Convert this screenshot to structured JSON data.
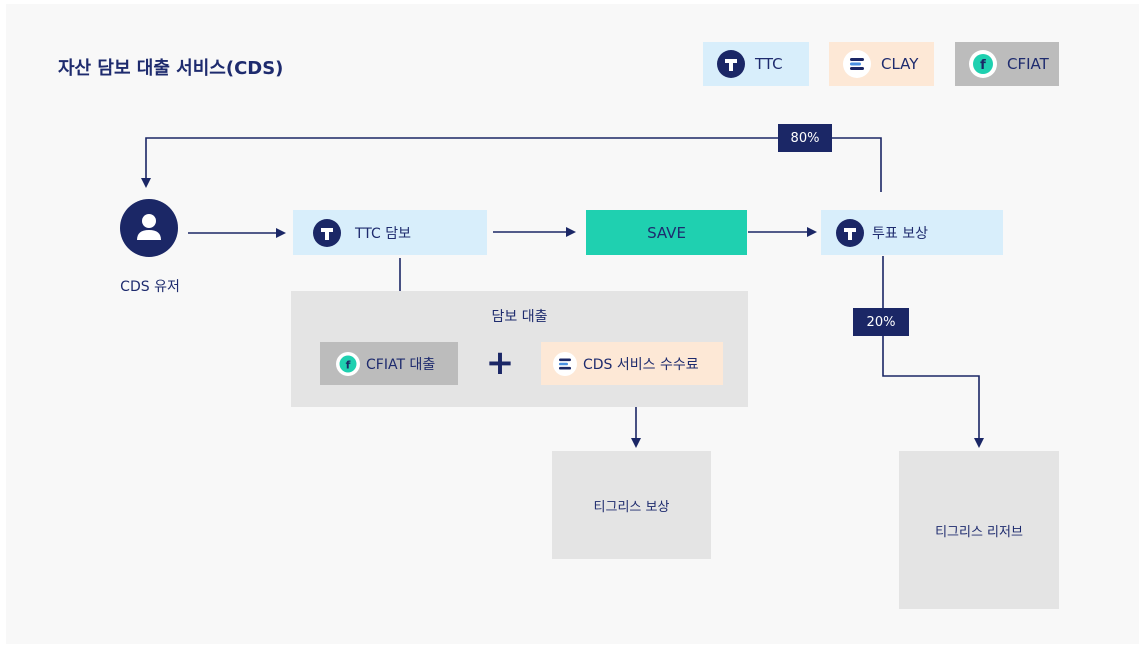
{
  "title": "자산 담보 대출 서비스(CDS)",
  "legend": [
    {
      "label": "TTC",
      "icon": "ttc-token-icon",
      "color": "#d8eefb"
    },
    {
      "label": "CLAY",
      "icon": "clay-token-icon",
      "color": "#fde8d6"
    },
    {
      "label": "CFIAT",
      "icon": "cfiat-token-icon",
      "color": "#bcbcbc"
    }
  ],
  "nodes": {
    "user": "CDS 유저",
    "ttc_collateral": "TTC 담보",
    "save": "SAVE",
    "vote_reward": "투표 보상",
    "loan_group": "담보 대출",
    "cfiat_loan": "CFIAT 대출",
    "plus": "+",
    "cds_fee": "CDS 서비스 수수료",
    "tigris_reward": "티그리스 보상",
    "tigris_reserve": "티그리스 리저브"
  },
  "percentages": {
    "to_user": "80%",
    "to_reserve": "20%"
  },
  "colors": {
    "navy": "#1b2766",
    "light_blue": "#d8eefb",
    "peach": "#fde8d6",
    "gray": "#bcbcbc",
    "teal": "#1fd0b0",
    "box_bg": "#e4e4e4"
  }
}
